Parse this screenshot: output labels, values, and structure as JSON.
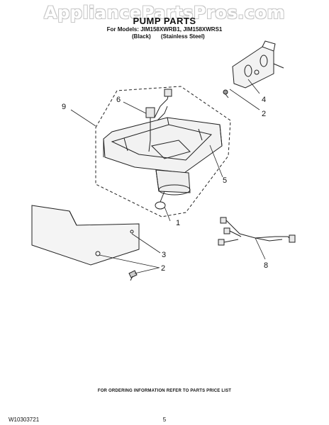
{
  "watermark": "AppliancePartsPros.com",
  "header": {
    "title": "PUMP PARTS",
    "models_line": "For Models: JIM158XWRB1, JIM158XWRS1",
    "finish_black": "(Black)",
    "finish_stainless": "(Stainless Steel)"
  },
  "callouts": {
    "c1": "1",
    "c2a": "2",
    "c2b": "2",
    "c3": "3",
    "c4": "4",
    "c5": "5",
    "c6": "6",
    "c8": "8",
    "c9": "9"
  },
  "footer": {
    "ordering_note": "FOR ORDERING INFORMATION REFER TO PARTS PRICE LIST",
    "doc_id": "W10303721",
    "page": "5"
  }
}
